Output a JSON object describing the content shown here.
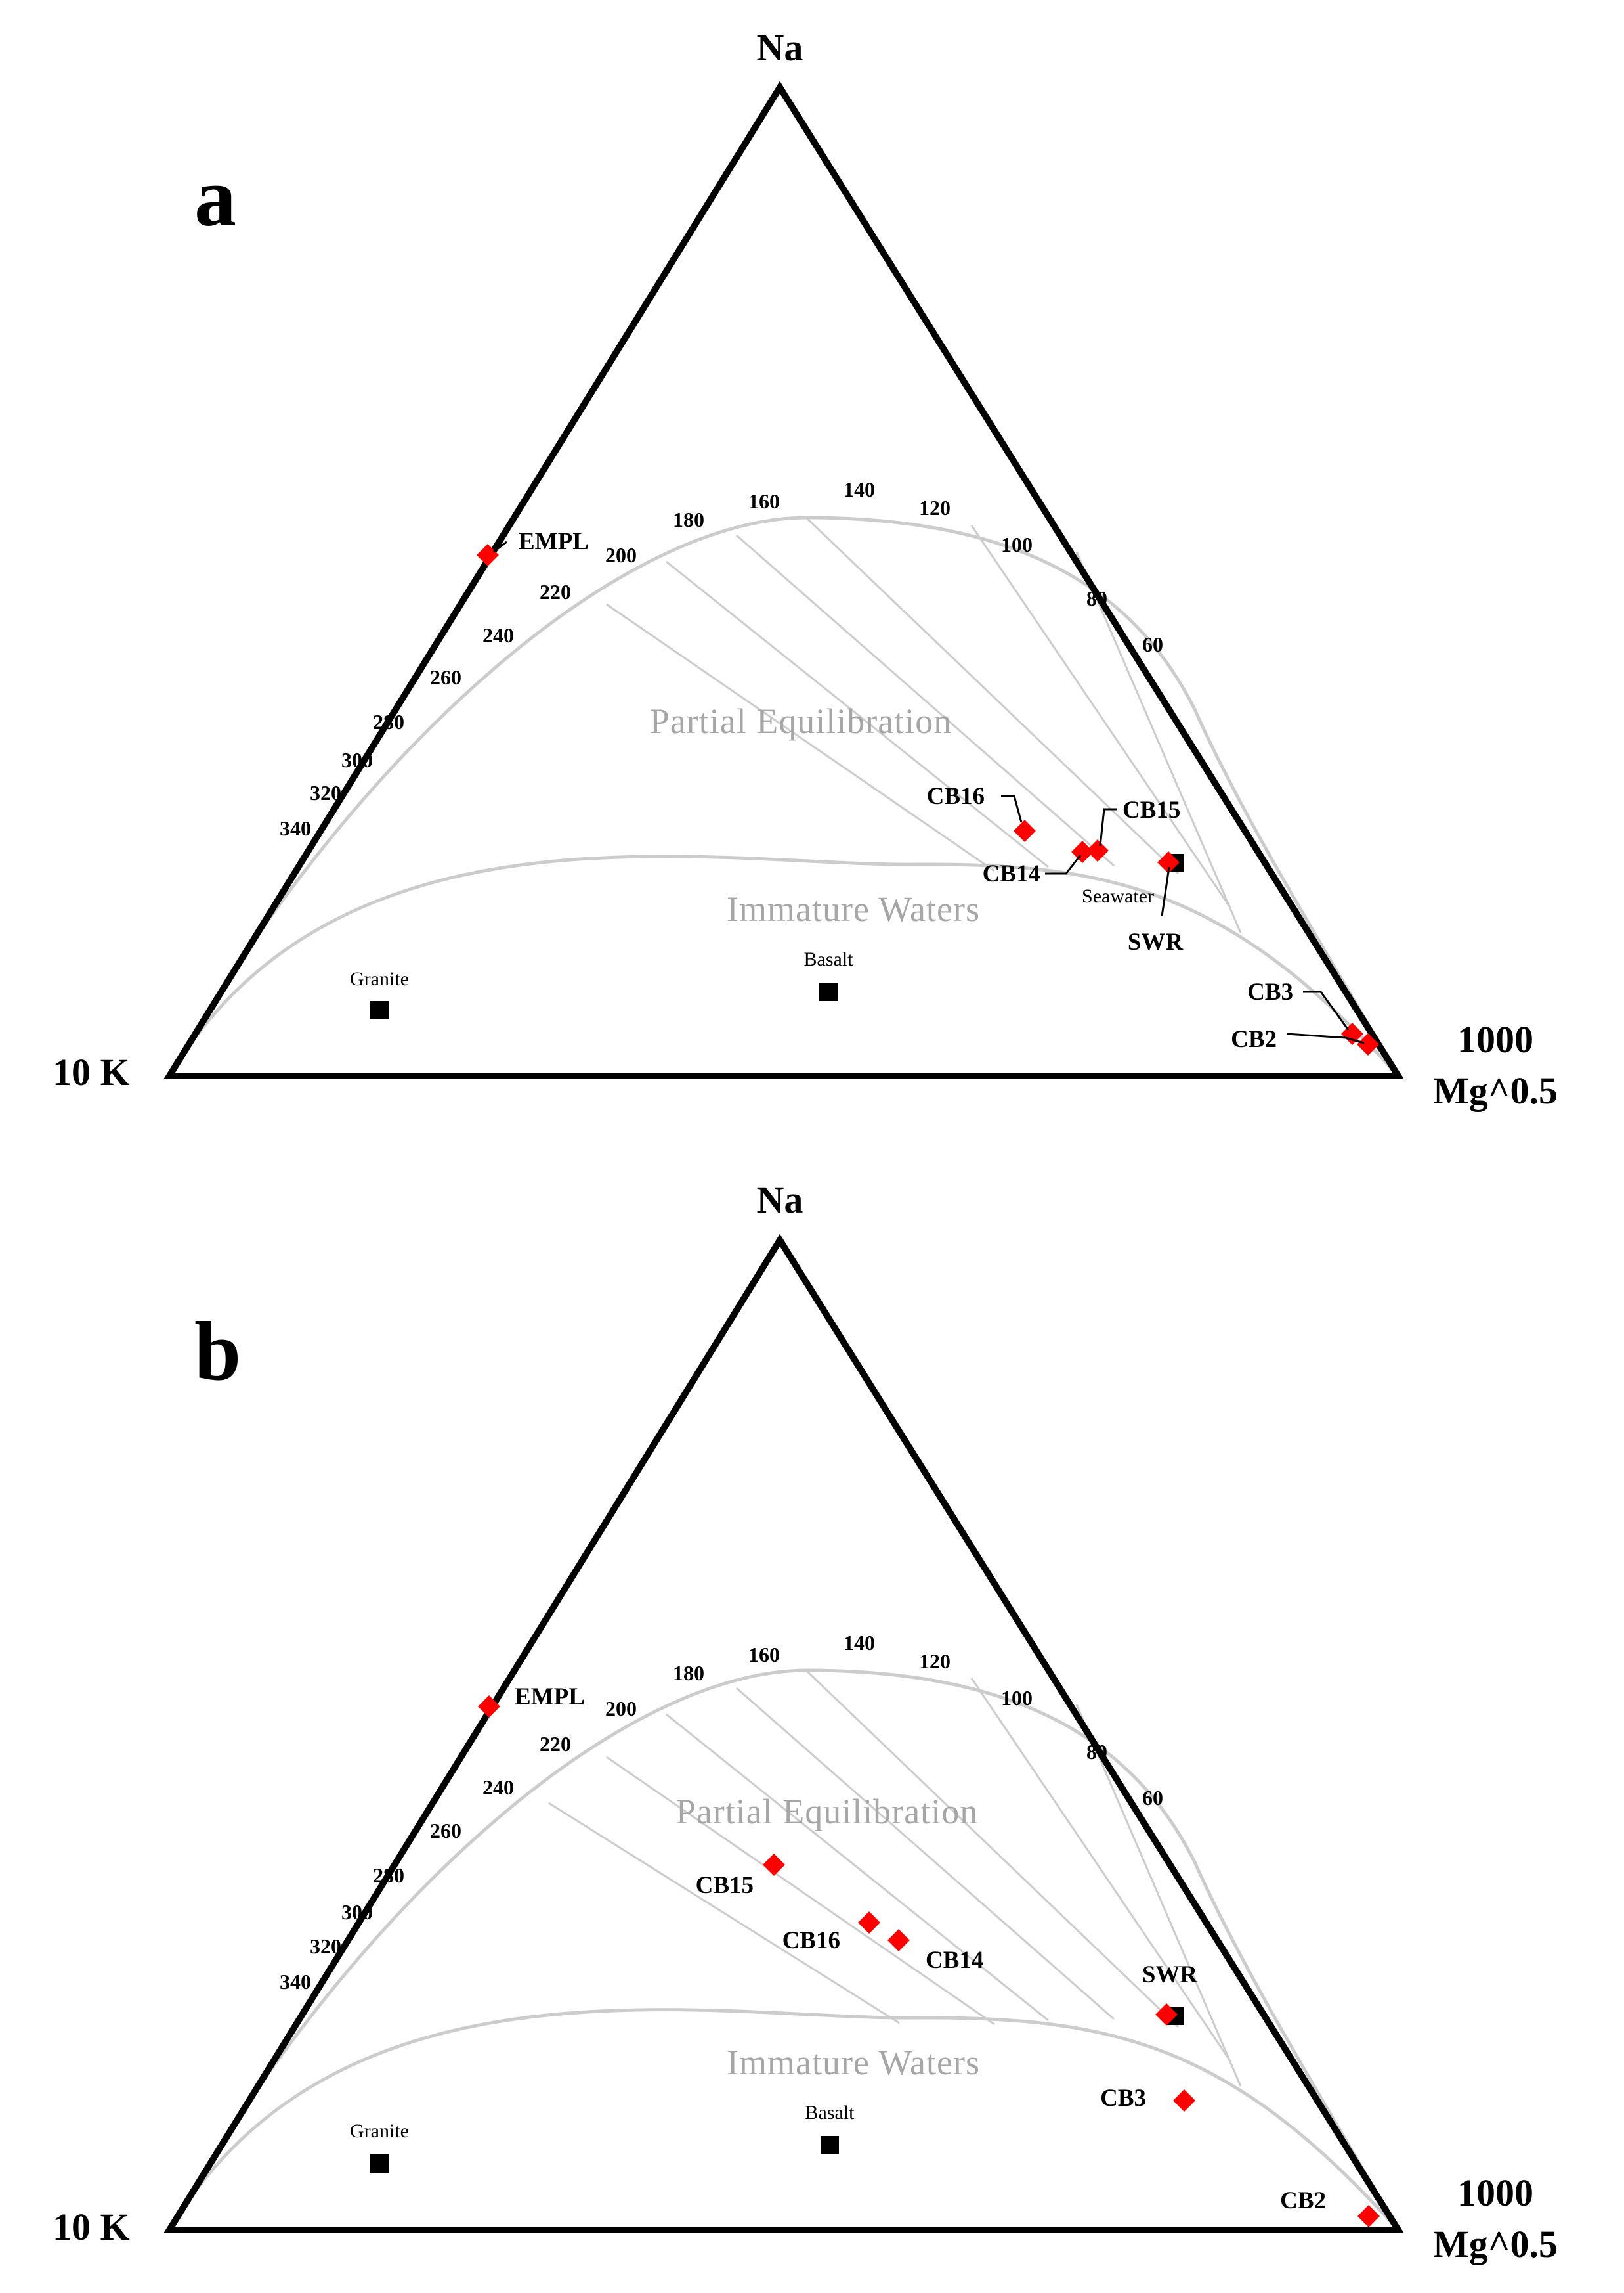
{
  "chart_data": [
    {
      "type": "scatter",
      "title": "",
      "panel": "a",
      "vertices": {
        "top": "Na",
        "left": "10 K",
        "right_line1": "1000",
        "right_line2": "Mg^0.5"
      },
      "regions": [
        "Partial Equilibration",
        "Immature Waters"
      ],
      "temperature_ticks": [
        "340",
        "320",
        "300",
        "280",
        "260",
        "240",
        "220",
        "200",
        "180",
        "160",
        "140",
        "120",
        "100",
        "80",
        "60"
      ],
      "samples": [
        {
          "name": "EMPL",
          "x": 0.261,
          "y": 0.52
        },
        {
          "name": "CB16",
          "x": 0.698,
          "y": 0.245
        },
        {
          "name": "CB14",
          "x": 0.745,
          "y": 0.228
        },
        {
          "name": "CB15",
          "x": 0.757,
          "y": 0.229
        },
        {
          "name": "SWR",
          "x": 0.814,
          "y": 0.212
        },
        {
          "name": "CB3",
          "x": 0.969,
          "y": 0.037
        },
        {
          "name": "CB2",
          "x": 0.981,
          "y": 0.028
        }
      ],
      "reference_points": [
        {
          "name": "Seawater",
          "x": 0.82,
          "y": 0.211
        },
        {
          "name": "Granite",
          "x": 0.176,
          "y": 0.065
        },
        {
          "name": "Basalt",
          "x": 0.54,
          "y": 0.082
        }
      ]
    },
    {
      "type": "scatter",
      "title": "",
      "panel": "b",
      "vertices": {
        "top": "Na",
        "left": "10 K",
        "right_line1": "1000",
        "right_line2": "Mg^0.5"
      },
      "regions": [
        "Partial Equilibration",
        "Immature Waters"
      ],
      "temperature_ticks": [
        "340",
        "320",
        "300",
        "280",
        "260",
        "240",
        "220",
        "200",
        "180",
        "160",
        "140",
        "120",
        "100",
        "80",
        "60"
      ],
      "samples": [
        {
          "name": "EMPL",
          "x": 0.262,
          "y": 0.527
        },
        {
          "name": "CB15",
          "x": 0.498,
          "y": 0.362
        },
        {
          "name": "CB16",
          "x": 0.576,
          "y": 0.308
        },
        {
          "name": "CB14",
          "x": 0.601,
          "y": 0.291
        },
        {
          "name": "SWR",
          "x": 0.812,
          "y": 0.209
        },
        {
          "name": "CB3",
          "x": 0.833,
          "y": 0.122
        },
        {
          "name": "CB2",
          "x": 0.981,
          "y": 0.004
        }
      ],
      "reference_points": [
        {
          "name": "Granite",
          "x": 0.176,
          "y": 0.065
        },
        {
          "name": "Basalt",
          "x": 0.541,
          "y": 0.082
        }
      ]
    }
  ]
}
